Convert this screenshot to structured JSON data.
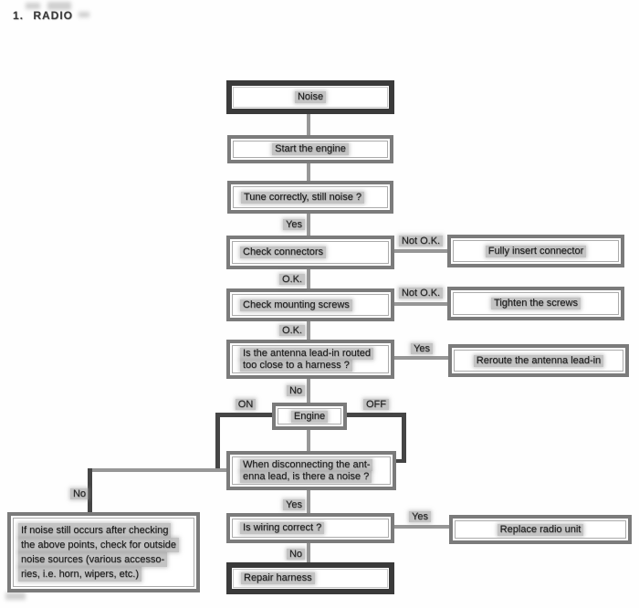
{
  "title": "1. RADIO",
  "colors": {
    "box_border": "#7b7b7b",
    "start_end_border": "#3a3a3a",
    "connector_line": "#979797",
    "dark_connector_line": "#454545",
    "text": "#1c1c1c",
    "text_highlight_band": "#919191",
    "background": "#fefefe"
  },
  "flow": {
    "nodes": {
      "noise": "Noise",
      "start_engine": "Start the engine",
      "tune": "Tune correctly, still noise ?",
      "check_connectors": "Check connectors",
      "fully_insert": "Fully insert connector",
      "check_screws": "Check mounting screws",
      "tighten": "Tighten the screws",
      "antenna_q": {
        "line1": "Is the antenna lead-in routed",
        "line2": "too close to a harness ?"
      },
      "reroute": "Reroute the antenna lead-in",
      "engine": "Engine",
      "disconnect_q": {
        "line1": "When disconnecting the ant-",
        "line2": "enna lead, is there a noise ?"
      },
      "wiring_q": "Is wiring correct ?",
      "replace": "Replace radio unit",
      "repair": "Repair harness",
      "outside_noise": {
        "line1": "If noise still occurs after checking",
        "line2": "the above points, check for outside",
        "line3": "noise sources (various accesso-",
        "line4": "ries, i.e. horn, wipers, etc.)"
      }
    },
    "labels": {
      "tune_yes": "Yes",
      "conn_not_ok": "Not O.K.",
      "conn_ok": "O.K.",
      "screws_not_ok": "Not O.K.",
      "screws_ok": "O.K.",
      "antenna_yes": "Yes",
      "antenna_no": "No",
      "engine_on": "ON",
      "engine_off": "OFF",
      "disconnect_yes": "Yes",
      "disconnect_no": "No",
      "wiring_yes": "Yes",
      "wiring_no": "No"
    },
    "edges": [
      {
        "from": "noise",
        "to": "start_engine"
      },
      {
        "from": "start_engine",
        "to": "tune"
      },
      {
        "from": "tune",
        "to": "check_connectors",
        "label": "Yes"
      },
      {
        "from": "check_connectors",
        "to": "fully_insert",
        "label": "Not O.K."
      },
      {
        "from": "check_connectors",
        "to": "check_screws",
        "label": "O.K."
      },
      {
        "from": "check_screws",
        "to": "tighten",
        "label": "Not O.K."
      },
      {
        "from": "check_screws",
        "to": "antenna_q",
        "label": "O.K."
      },
      {
        "from": "antenna_q",
        "to": "reroute",
        "label": "Yes"
      },
      {
        "from": "antenna_q",
        "to": "engine",
        "label": "No"
      },
      {
        "from": "engine",
        "to": "disconnect_q",
        "label": "ON / OFF"
      },
      {
        "from": "disconnect_q",
        "to": "wiring_q",
        "label": "Yes"
      },
      {
        "from": "disconnect_q",
        "to": "outside_noise",
        "label": "No"
      },
      {
        "from": "wiring_q",
        "to": "replace",
        "label": "Yes"
      },
      {
        "from": "wiring_q",
        "to": "repair",
        "label": "No"
      }
    ]
  }
}
